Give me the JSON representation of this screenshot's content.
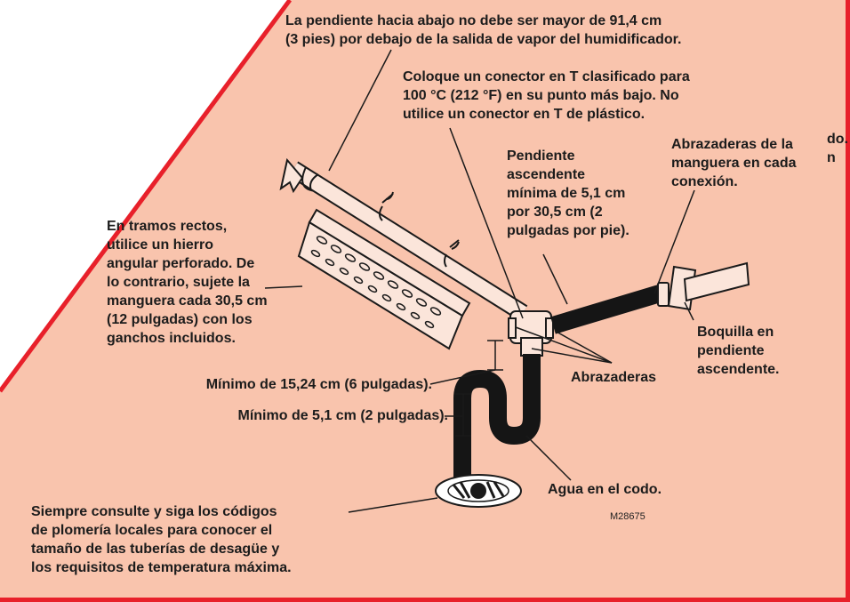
{
  "background_color": "#f9c4ad",
  "border_color": "#e8202a",
  "figure_code": "M28675",
  "edge_fragment": [
    "do.",
    "n"
  ],
  "labels": {
    "slope_max": [
      "La pendiente hacia abajo no debe ser mayor de 91,4 cm",
      "(3 pies) por debajo de la salida de vapor del humidificador."
    ],
    "tee": [
      "Coloque un conector en T clasificado para",
      "100 °C (212 °F) en su punto más bajo. No",
      "utilice un conector en T de plástico."
    ],
    "upward_slope": [
      "Pendiente",
      "ascendente",
      "mínima de 5,1 cm",
      "por 30,5 cm (2",
      "pulgadas por pie)."
    ],
    "hose_clamps": [
      "Abrazaderas de la",
      "manguera en cada",
      "conexión."
    ],
    "straight_runs": [
      "En tramos rectos,",
      "utilice un hierro",
      "angular perforado. De",
      "lo contrario, sujete la",
      "manguera cada 30,5 cm",
      "(12 pulgadas) con los",
      "ganchos incluidos."
    ],
    "nozzle": [
      "Boquilla en",
      "pendiente",
      "ascendente."
    ],
    "clamps": "Abrazaderas",
    "min_15": "Mínimo de 15,24 cm (6 pulgadas).",
    "min_5": "Mínimo de 5,1 cm (2 pulgadas).",
    "water_trap": "Agua en el codo.",
    "codes": [
      "Siempre consulte y siga los códigos",
      "de plomería locales para conocer el",
      "tamaño de las tuberías de desagüe y",
      "los requisitos de temperatura máxima."
    ]
  }
}
